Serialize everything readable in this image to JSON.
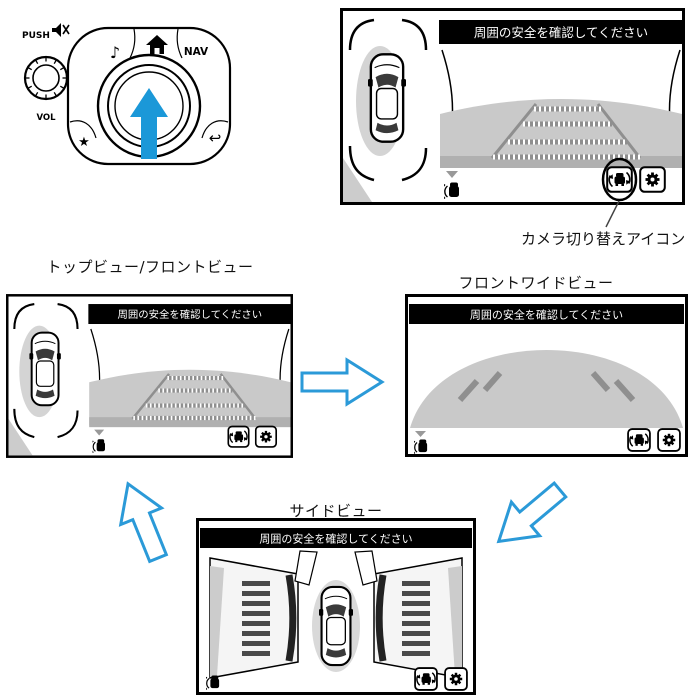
{
  "diagram": {
    "warning_banner": "周囲の安全を確認してください",
    "callout_label": "カメラ切り替えアイコン",
    "view_labels": {
      "top_front": "トップビュー/フロントビュー",
      "front_wide": "フロントワイドビュー",
      "side": "サイドビュー"
    }
  },
  "controller": {
    "push_label": "PUSH",
    "vol_label": "VOL",
    "nav_label": "NAV",
    "music_icon": "♪",
    "star_icon": "★",
    "return_icon": "↩"
  },
  "icons": {
    "camera_switch": "camera-switch-icon",
    "settings": "gear-icon",
    "parking_sensor": "parking-sensor-icon",
    "mute": "mute-speaker-icon",
    "home": "home-icon"
  },
  "colors": {
    "flow_arrow_blue": "#2b9ad8",
    "controller_arrow_blue": "#1b98d8",
    "banner_bg": "#000000",
    "banner_text": "#ffffff",
    "road_gray": "#c9c9c9"
  }
}
